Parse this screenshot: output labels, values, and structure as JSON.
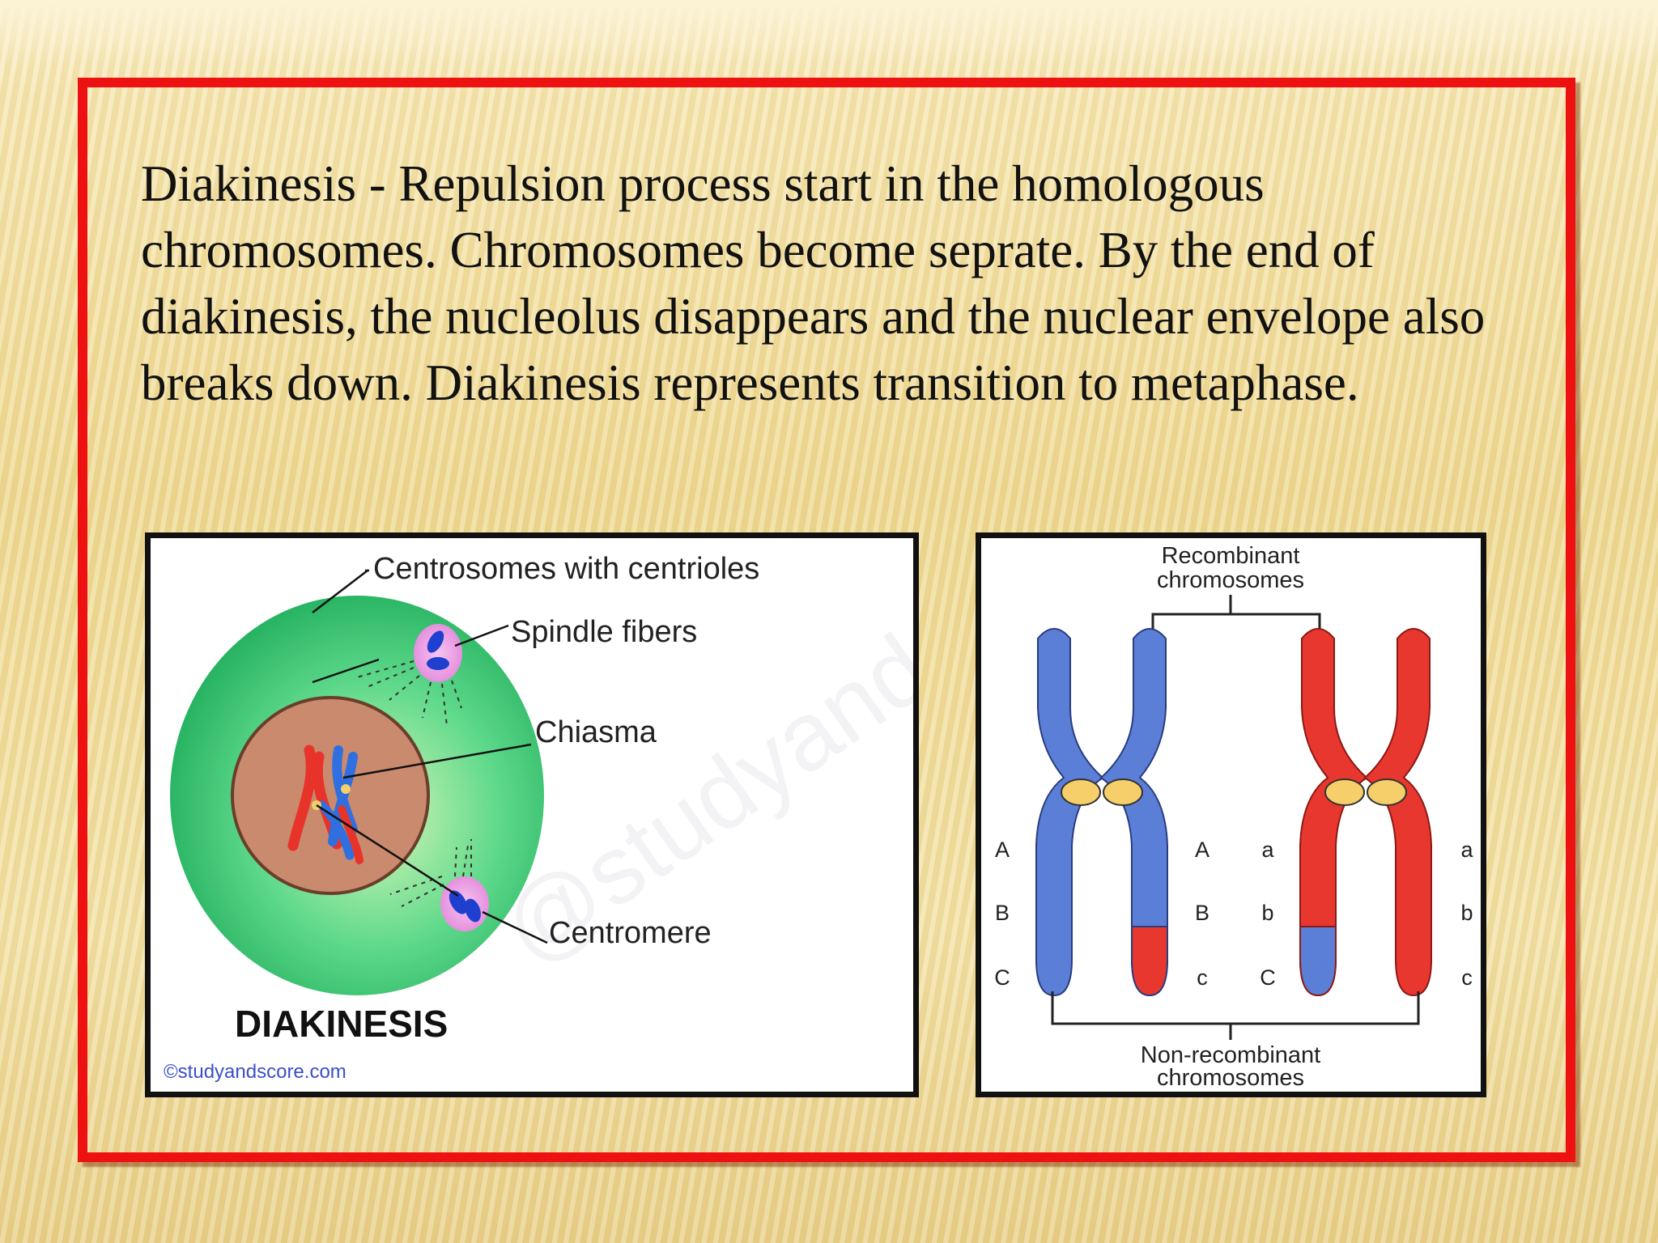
{
  "paragraph": "Diakinesis - Repulsion process start in the homologous chromosomes. Chromosomes become seprate. By the end of diakinesis, the nucleolus disappears and the nuclear envelope also breaks down. Diakinesis represents transition to metaphase.",
  "diagram_left": {
    "labels": {
      "centrosomes": "Centrosomes with centrioles",
      "spindle": "Spindle fibers",
      "chiasma": "Chiasma",
      "centromere": "Centromere"
    },
    "title": "DIAKINESIS",
    "credit": "©studyandscore.com",
    "colors": {
      "cell": "#27c06a",
      "nucleus": "#c98a6e",
      "red_chromosome": "#e8332a",
      "blue_chromosome": "#2f6fe0"
    }
  },
  "diagram_right": {
    "top_label": [
      "Recombinant",
      "chromosomes"
    ],
    "bottom_label": [
      "Non-recombinant",
      "chromosomes"
    ],
    "gene_labels": {
      "blue_left": [
        "A",
        "B",
        "C"
      ],
      "blue_right": [
        "A",
        "B",
        "c"
      ],
      "red_left": [
        "a",
        "b",
        "C"
      ],
      "red_right": [
        "a",
        "b",
        "c"
      ]
    },
    "colors": {
      "blue": "#5b7fd6",
      "red": "#e8372e",
      "centromere": "#f6cf6a"
    }
  },
  "colors": {
    "frame": "#ee1111",
    "text": "#111111"
  }
}
